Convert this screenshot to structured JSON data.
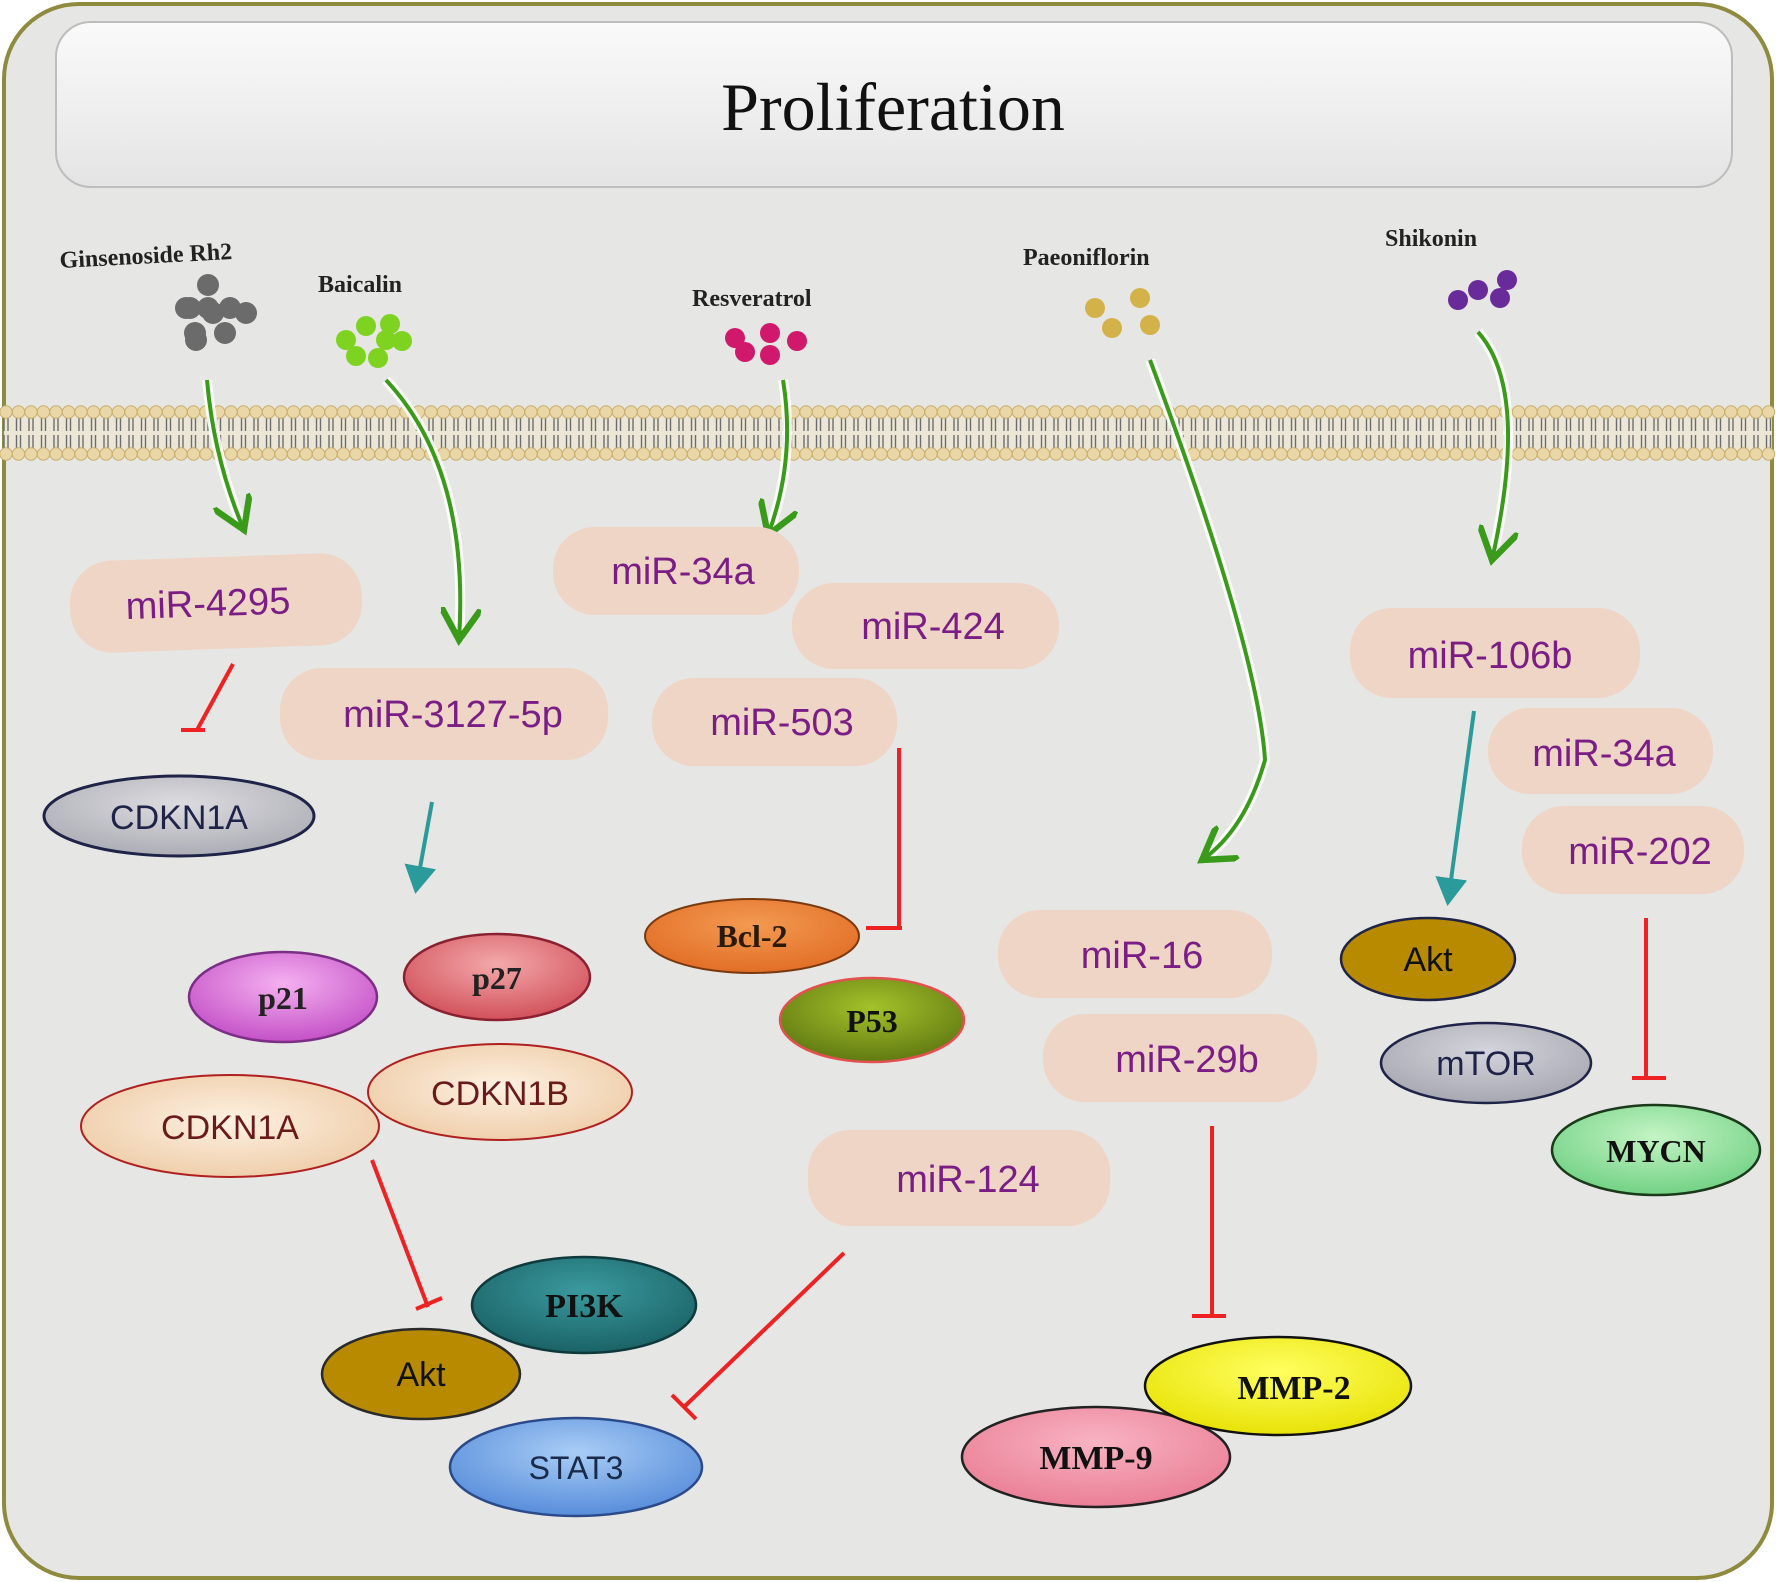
{
  "title": "Proliferation",
  "compounds": {
    "ginsenoside": "Ginsenoside Rh2",
    "baicalin": "Baicalin",
    "resveratrol": "Resveratrol",
    "paeoniflorin": "Paeoniflorin",
    "shikonin": "Shikonin"
  },
  "mirnas": {
    "mir4295": "miR-4295",
    "mir3127": "miR-3127-5p",
    "mir34a_res": "miR-34a",
    "mir424": "miR-424",
    "mir503": "miR-503",
    "mir124": "miR-124",
    "mir16": "miR-16",
    "mir29b": "miR-29b",
    "mir106b": "miR-106b",
    "mir34a_shik": "miR-34a",
    "mir202": "miR-202"
  },
  "targets": {
    "cdkn1a_top": "CDKN1A",
    "p21": "p21",
    "p27": "p27",
    "cdkn1a": "CDKN1A",
    "cdkn1b": "CDKN1B",
    "pi3k": "PI3K",
    "akt_left": "Akt",
    "stat3": "STAT3",
    "bcl2": "Bcl-2",
    "p53": "P53",
    "mmp2": "MMP-2",
    "mmp9": "MMP-9",
    "akt_right": "Akt",
    "mtor": "mTOR",
    "mycn": "MYCN"
  },
  "colors": {
    "activation_arrow": "#3a9a1a",
    "inhibition": "#ee2222",
    "downstream_arrow": "#2a9a9a",
    "mirna_box": "#efd5c5",
    "mirna_text": "#7a1e86",
    "ginsenoside_dots": "#6b6b6b",
    "baicalin_dots": "#7ed321",
    "resveratrol_dots": "#d0196a",
    "paeoniflorin_dots": "#d4b24a",
    "shikonin_dots": "#6a2b9a"
  }
}
